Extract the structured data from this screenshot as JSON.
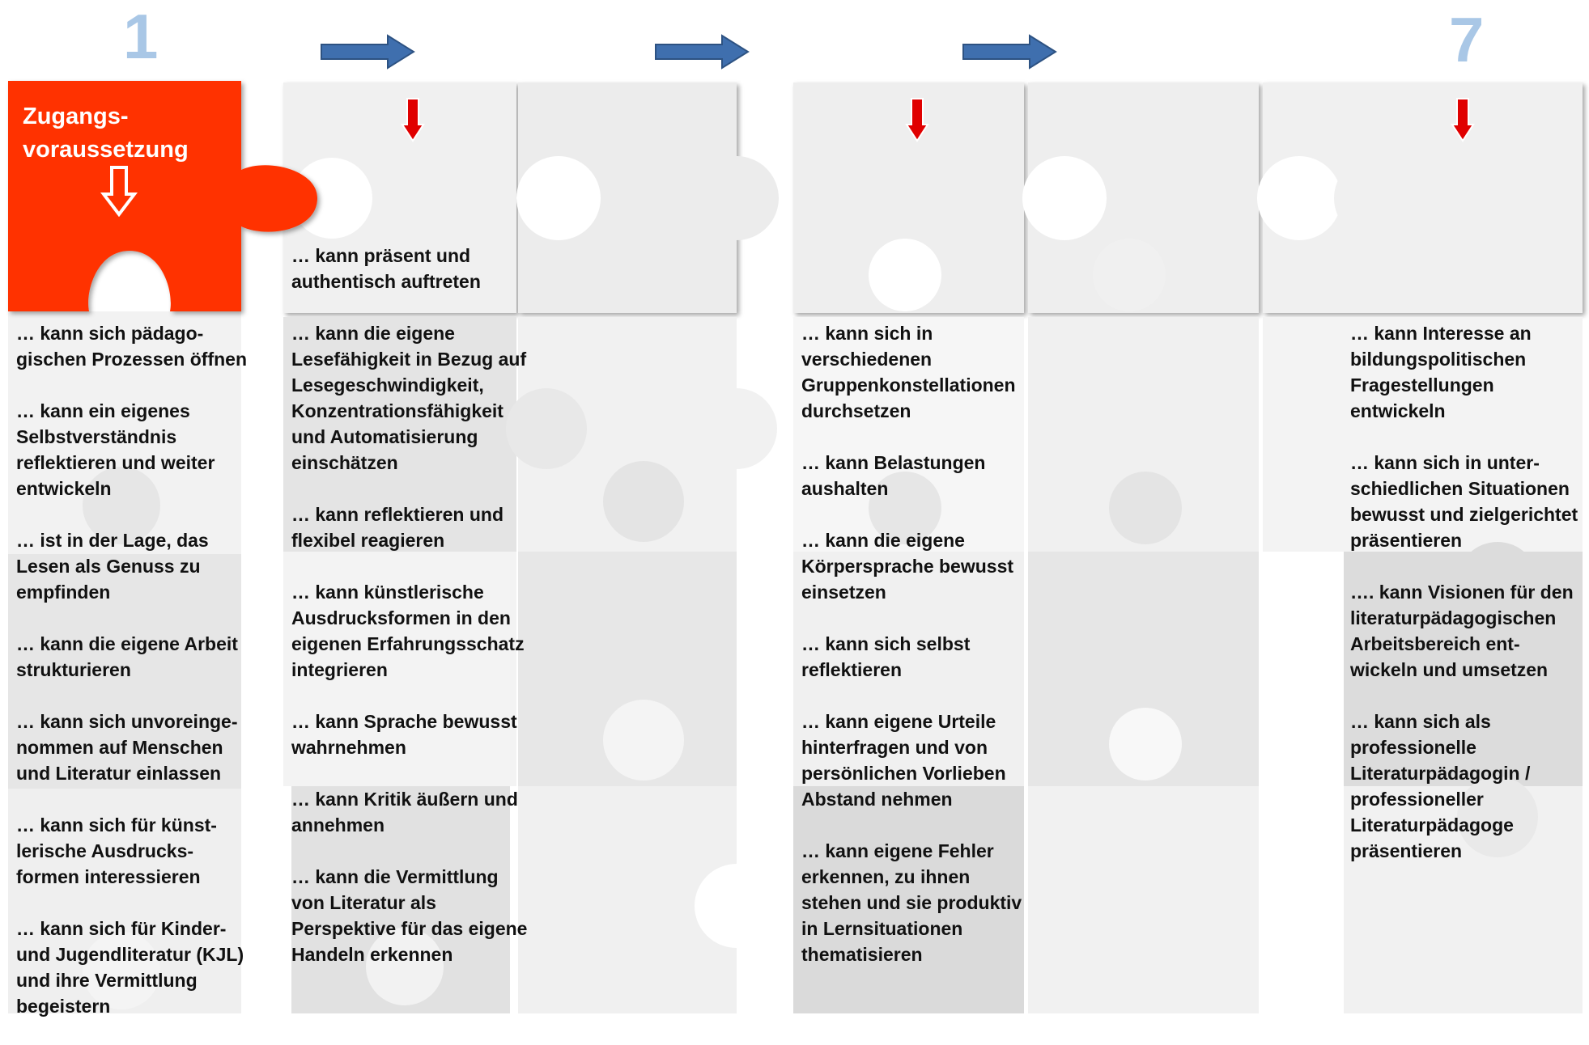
{
  "step_numbers": {
    "first": "1",
    "last": "7"
  },
  "colors": {
    "accent_red": "#ff3300",
    "arrow_blue": "#3f6fae",
    "arrow_red": "#e00000",
    "number_blue": "#a9c7e6"
  },
  "columns": [
    {
      "header": "Zugangs-\nvoraussetzung",
      "items": [
        "… kann sich pädago-\ngischen Prozessen öffnen",
        "… kann ein eigenes\nSelbstverständnis\nreflektieren und weiter\nentwickeln",
        "… ist in der Lage, das\nLesen als Genuss zu\nempfinden",
        "… kann die eigene Arbeit\nstrukturieren",
        "… kann sich unvoreinge-\nnommen auf Menschen\nund Literatur einlassen",
        "… kann sich für künst-\nlerische Ausdrucks-\nformen interessieren",
        "… kann sich für Kinder-\nund Jugendliteratur (KJL)\nund ihre Vermittlung\nbegeistern"
      ]
    },
    {
      "items": [
        "… kann präsent und\nauthentisch auftreten",
        "… kann die eigene\nLesefähigkeit in Bezug auf\nLesegeschwindigkeit,\nKonzentrationsfähigkeit\nund  Automatisierung\neinschätzen",
        "… kann reflektieren und\nflexibel reagieren",
        "… kann künstlerische\nAusdrucksformen in den\neigenen Erfahrungsschatz\nintegrieren",
        "… kann Sprache bewusst\nwahrnehmen",
        "… kann Kritik äußern und\nannehmen",
        "… kann die Vermittlung\nvon Literatur als\nPerspektive für das eigene\nHandeln erkennen"
      ]
    },
    {
      "items": [
        "… kann sich in\nverschiedenen\nGruppenkonstellationen\ndurchsetzen",
        "… kann Belastungen\naushalten",
        "… kann die eigene\nKörpersprache bewusst\neinsetzen",
        "… kann sich selbst\nreflektieren",
        "… kann eigene Urteile\nhinterfragen und von\npersönlichen Vorlieben\nAbstand nehmen",
        "… kann eigene Fehler\nerkennen, zu ihnen\nstehen und sie produktiv\nin Lernsituationen\nthematisieren"
      ]
    },
    {
      "items": [
        "… kann Interesse an\nbildungspolitischen\nFragestellungen\nentwickeln",
        "… kann sich in unter-\nschiedlichen Situationen\nbewusst und zielgerichtet\npräsentieren",
        "…. kann Visionen für den\nliteraturpädagogischen\nArbeitsbereich ent-\nwickeln und umsetzen",
        "… kann sich als\nprofessionelle\nLiteraturpädagogin /\nprofessioneller\nLiteraturpädagoge\npräsentieren"
      ]
    }
  ]
}
